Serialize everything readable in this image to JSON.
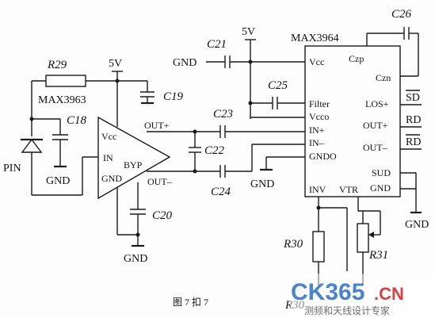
{
  "ic_main": {
    "name": "MAX3964",
    "pins": {
      "vcc": "Vcc",
      "czp": "Czp",
      "czn": "Czn",
      "filter": "Filter",
      "vcco": "Vcco",
      "inp": "IN+",
      "inn": "IN–",
      "gndo": "GNDO",
      "losp": "LOS+",
      "outp": "OUT+",
      "outn": "OUT–",
      "sud": "SUD",
      "gnd": "GND",
      "inv": "INV",
      "vtr": "VTR"
    }
  },
  "ic_amp": {
    "name": "MAX3963",
    "pins": {
      "vcc": "Vcc",
      "in": "IN",
      "gnd": "GND",
      "byp": "BYP",
      "outp": "OUT+",
      "outn": "OUT–"
    }
  },
  "components": {
    "r29": "R29",
    "r30": "R30",
    "r30b": "R30",
    "r31": "R31",
    "c18": "C18",
    "c19": "C19",
    "c20": "C20",
    "c21": "C21",
    "c22": "C22",
    "c23": "C23",
    "c24": "C24",
    "c25": "C25",
    "c26": "C26"
  },
  "labels": {
    "pin": "PIN",
    "v5_left": "5V",
    "v5_right": "5V",
    "gnd": "GND",
    "sd": "SD",
    "rd": "RD",
    "rd_bar": "RD"
  },
  "caption": "图 7  扣 7",
  "watermark": {
    "logo": "CK365",
    "suffix": ".CN",
    "tagline": "测频和天线设计专家"
  }
}
